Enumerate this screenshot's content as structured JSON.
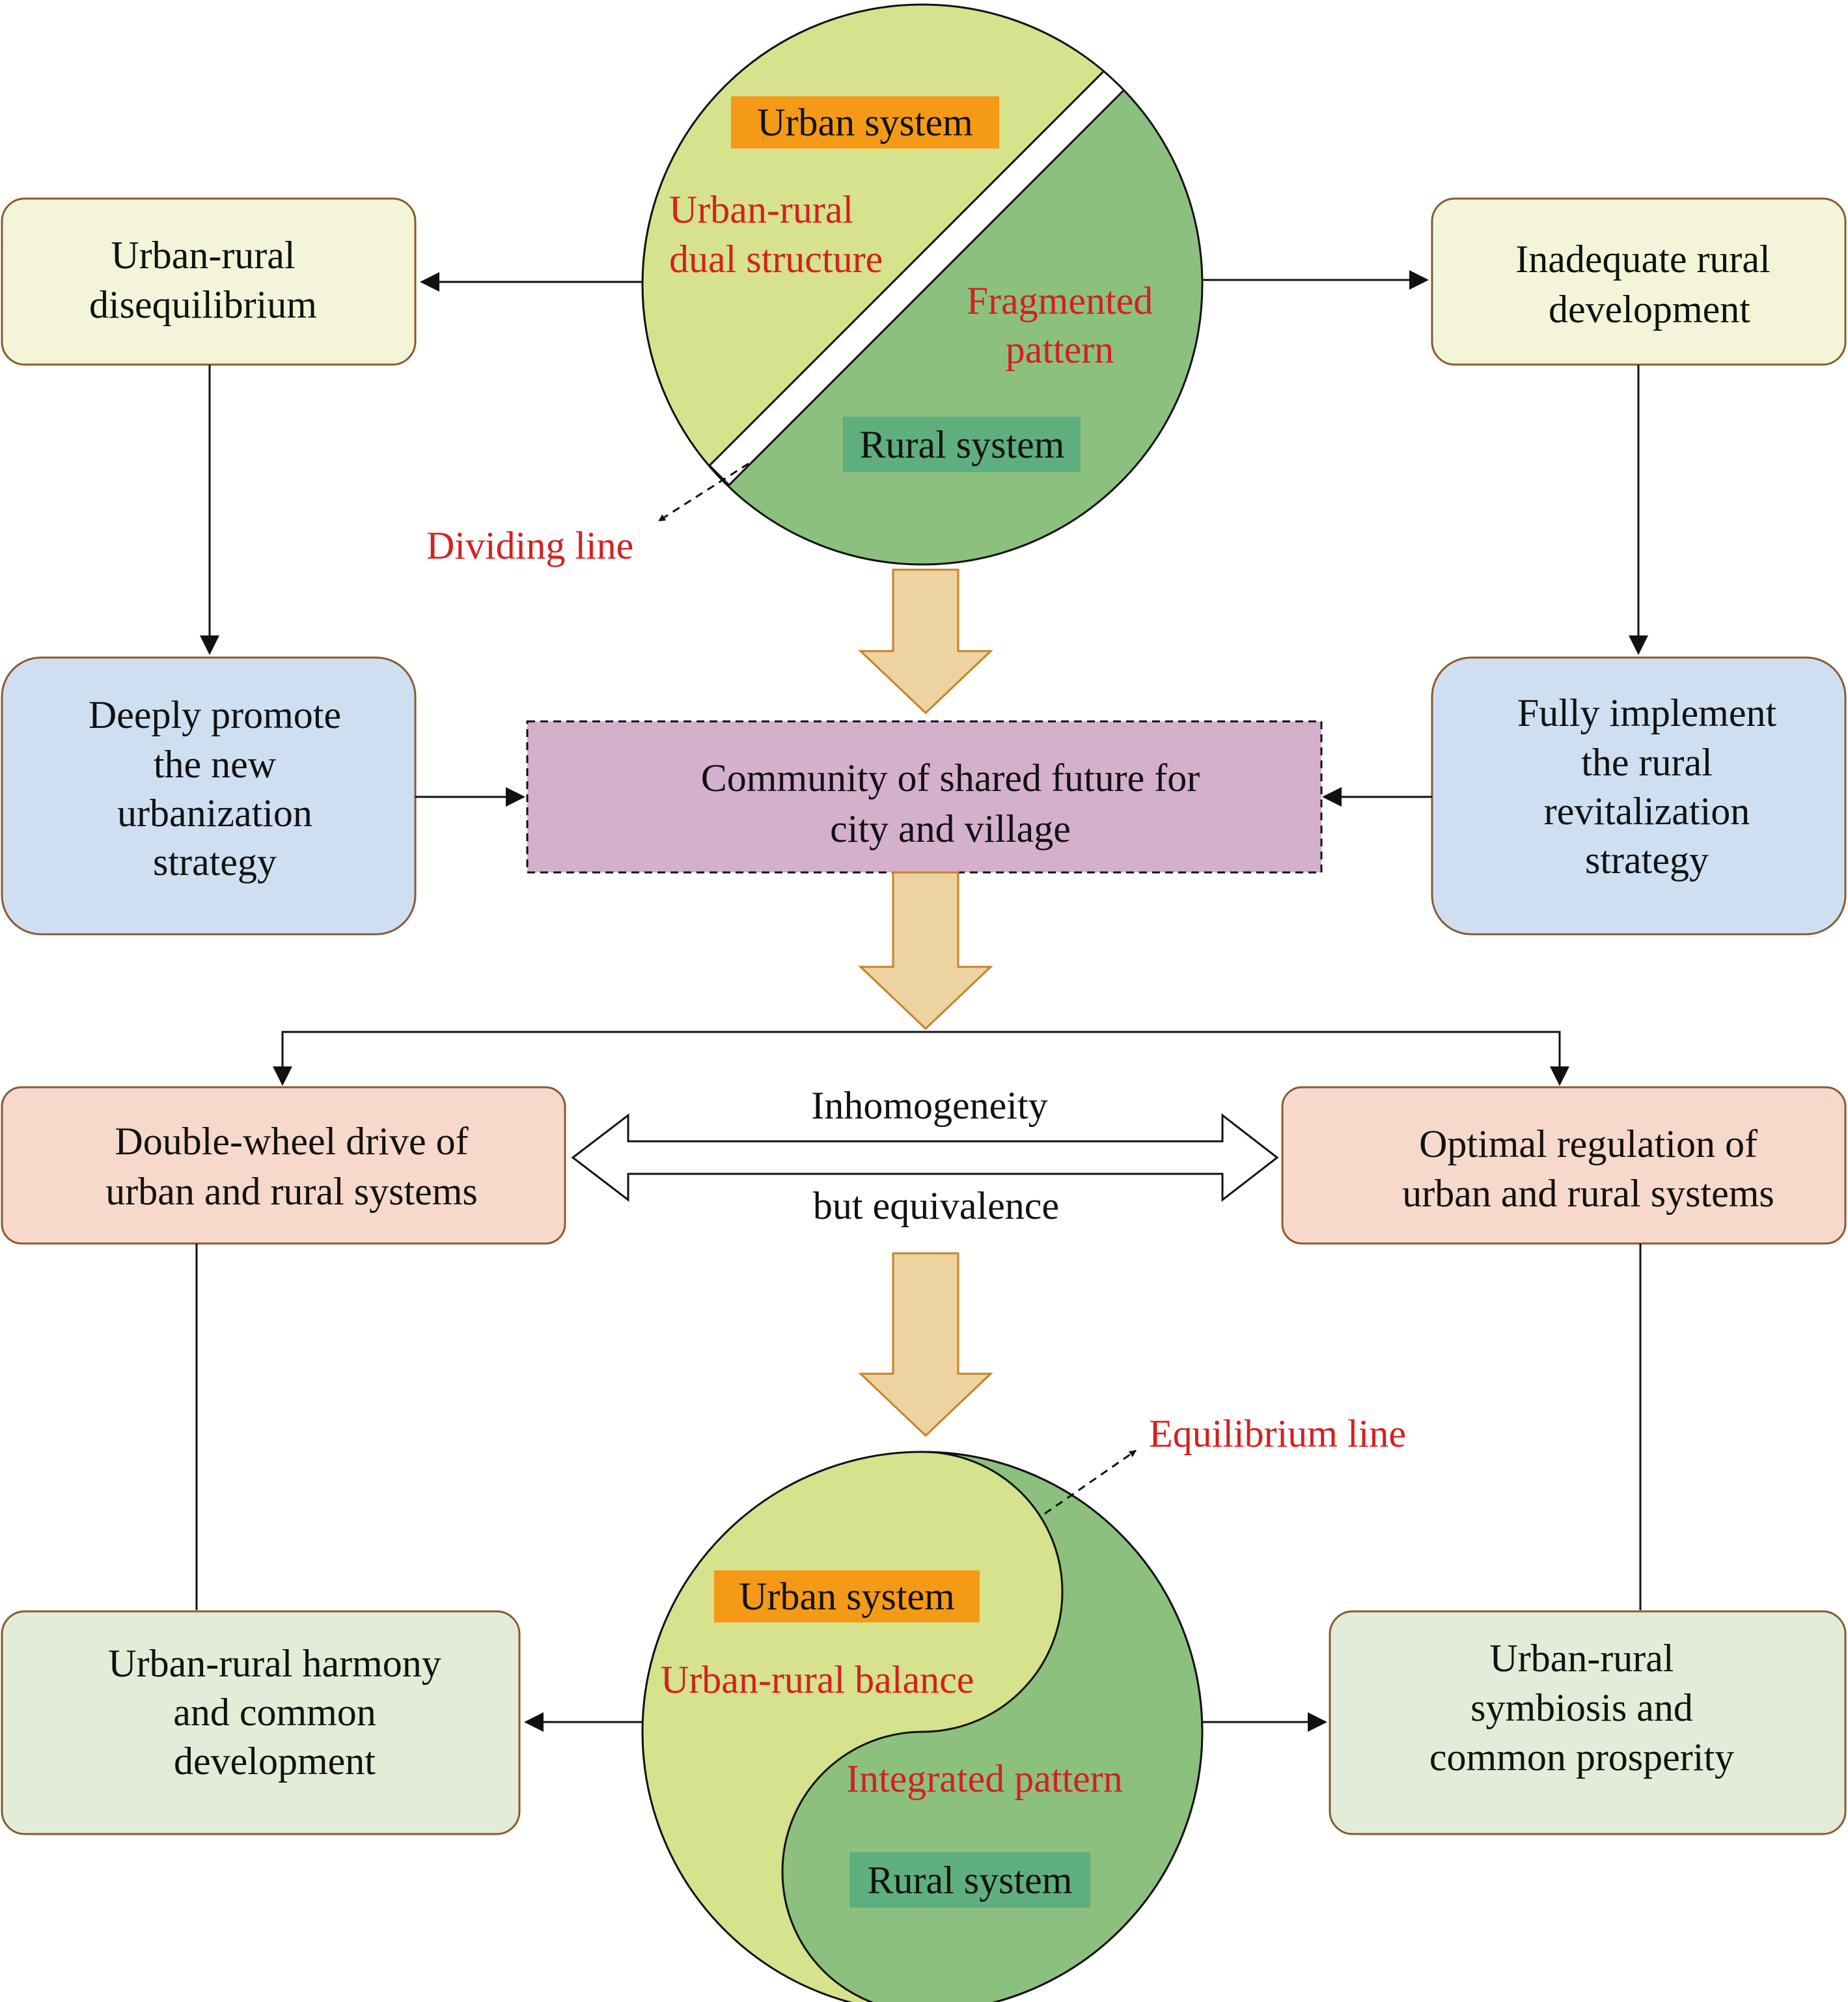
{
  "top_circle": {
    "urban_system": "Urban system",
    "dual_structure": [
      "Urban-rural",
      "dual structure"
    ],
    "fragmented_pattern": [
      "Fragmented",
      "pattern"
    ],
    "rural_system": "Rural system",
    "dividing_line": "Dividing line"
  },
  "left_top_box": [
    "Urban-rural",
    "disequilibrium"
  ],
  "right_top_box": [
    "Inadequate rural",
    "development"
  ],
  "left_strategy_box": [
    "Deeply promote",
    "the new",
    "urbanization",
    "strategy"
  ],
  "right_strategy_box": [
    "Fully implement",
    "the rural",
    "revitalization",
    "strategy"
  ],
  "center_box": [
    "Community of shared future for",
    "city and village"
  ],
  "left_drive_box": [
    "Double-wheel drive of",
    "urban and rural systems"
  ],
  "right_regulation_box": [
    "Optimal regulation of",
    "urban and rural systems"
  ],
  "middle_arrow": {
    "top_text": "Inhomogeneity",
    "bottom_text": "but equivalence"
  },
  "bottom_circle": {
    "equilibrium_line": "Equilibrium line",
    "urban_system": "Urban system",
    "balance": "Urban-rural balance",
    "integrated_pattern": "Integrated pattern",
    "rural_system": "Rural system"
  },
  "left_bottom_box": [
    "Urban-rural harmony",
    "and common",
    "development"
  ],
  "right_bottom_box": [
    "Urban-rural",
    "symbiosis and",
    "common prosperity"
  ],
  "colors": {
    "light_yellow_green": "#d6e28c",
    "green": "#8cc07e",
    "orange_label": "#f59a16",
    "green_label": "#5fae7e",
    "red_text": "#d42020",
    "pale_yellow_box": "#f4f5d8",
    "blue_box": "#cfdff2",
    "pink_box": "#f6d9cb",
    "light_green_box": "#e3ecd8",
    "purple_box": "#d5b0cd",
    "big_arrow_fill": "#ecd39f",
    "big_arrow_stroke": "#c7822a",
    "box_border": "#8a5a2e"
  }
}
